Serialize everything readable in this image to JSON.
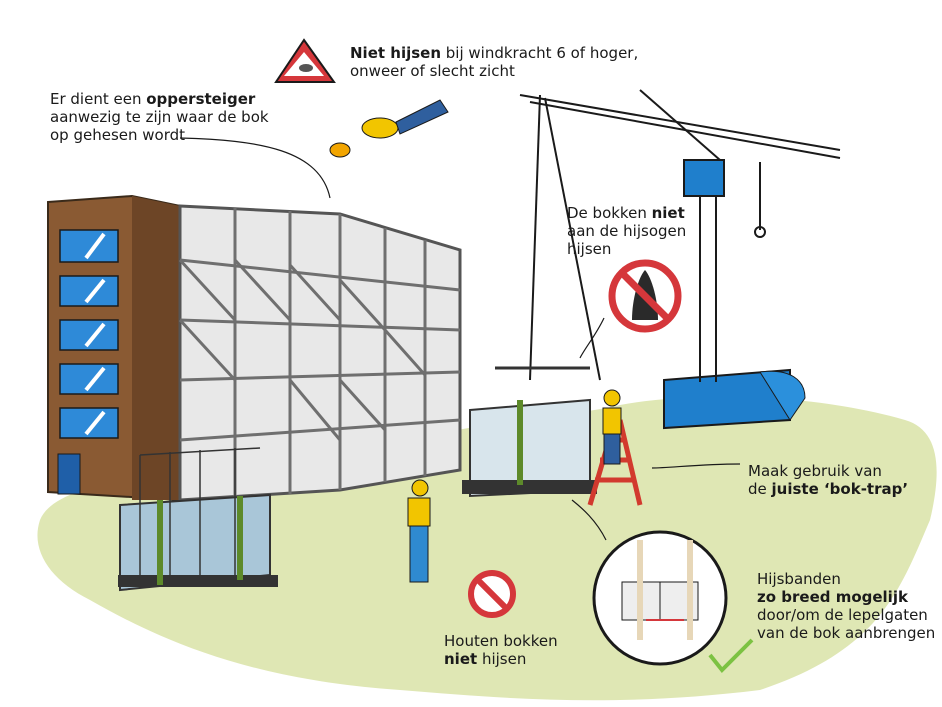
{
  "colors": {
    "ground": "#dfe7b4",
    "building_brown": "#8a5a33",
    "window_blue": "#2e8ad8",
    "scaffold_gray": "#7c7c7c",
    "crane_blue": "#1f7fcc",
    "warning_red": "#d5373b",
    "ladder_red": "#d23a2e",
    "check_green": "#7cc242",
    "vest_yellow": "#f2c500",
    "worker_blue": "#2f5f9e"
  },
  "icons": [
    "warning-triangle-icon",
    "no-entry-circle-icon",
    "prohibition-icon",
    "checkmark-icon"
  ],
  "wind": {
    "bold": "Niet hijsen",
    "rest1": " bij windkracht 6 of hoger,",
    "line2": "onweer of slecht zicht"
  },
  "scaffold": {
    "pre": "Er dient een ",
    "bold": "oppersteiger",
    "line2": "aanwezig te zijn waar de bok",
    "line3": "op gehesen wordt"
  },
  "eyes": {
    "pre": "De bokken ",
    "bold": "niet",
    "line2": "aan de hijsogen",
    "line3": "hijsen"
  },
  "ladder": {
    "line1": "Maak gebruik van",
    "pre": "de ",
    "bold": "juiste ‘bok-trap’"
  },
  "straps": {
    "line1": "Hijsbanden",
    "bold": "zo breed mogelijk",
    "line3": "door/om de lepelgaten",
    "line4": "van de bok aanbrengen"
  },
  "wood": {
    "line1": "Houten bokken",
    "bold": "niet",
    "post": " hijsen"
  }
}
